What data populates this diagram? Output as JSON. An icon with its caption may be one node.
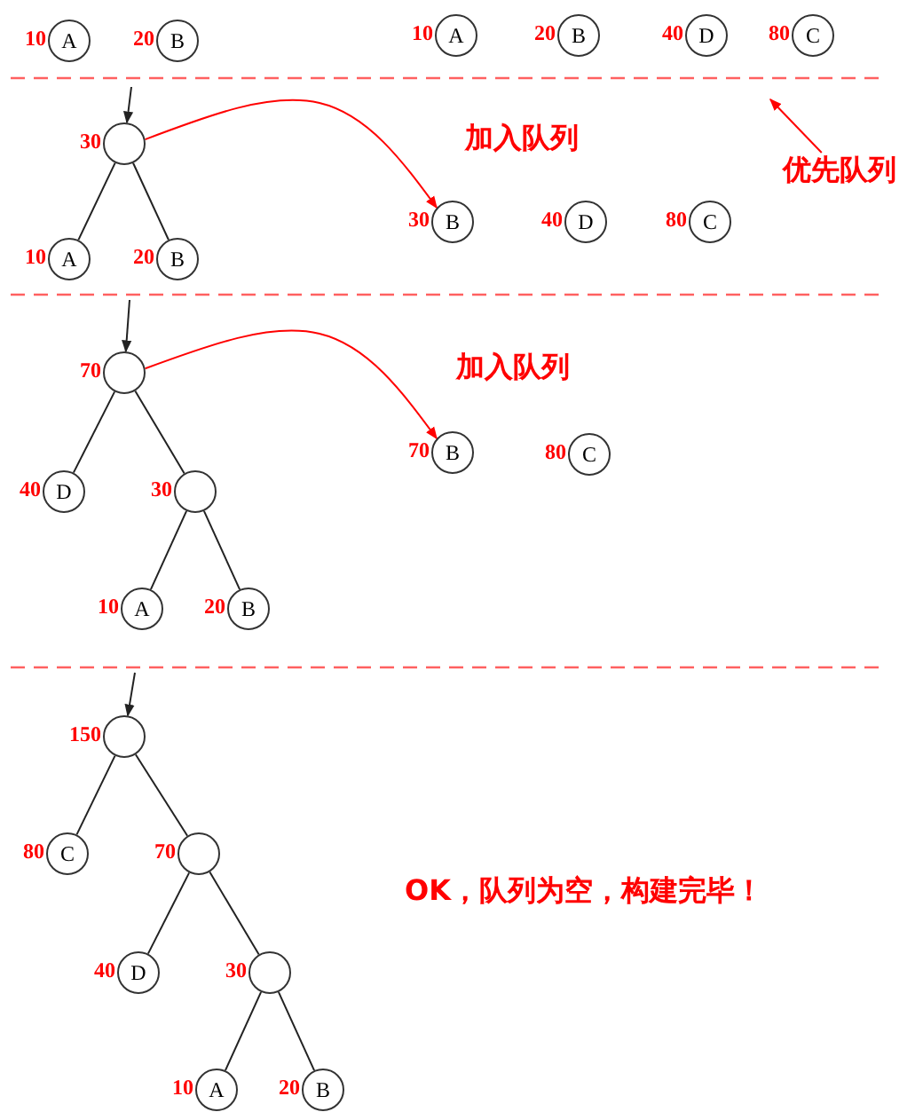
{
  "diagram": {
    "nodes": [
      {
        "text": [
          "A"
        ],
        "beside": [
          "10"
        ]
      },
      {
        "text": [
          "B"
        ],
        "beside": [
          "20"
        ]
      },
      {
        "text": [
          "A"
        ],
        "beside": [
          "10"
        ]
      },
      {
        "text": [
          "B"
        ],
        "beside": [
          "20"
        ]
      },
      {
        "text": [
          "D"
        ],
        "beside": [
          "40"
        ]
      },
      {
        "text": [
          "C"
        ],
        "beside": [
          "80"
        ]
      },
      {
        "text": [
          "优先队列"
        ]
      },
      {
        "text": [],
        "shape": "circle",
        "beside": [
          "30"
        ]
      },
      {
        "text": [
          "A"
        ],
        "beside": [
          "10"
        ]
      },
      {
        "text": [
          "B"
        ],
        "beside": [
          "20"
        ]
      },
      {
        "text": [
          "B"
        ],
        "beside": [
          "30"
        ]
      },
      {
        "text": [
          "D"
        ],
        "beside": [
          "40"
        ]
      },
      {
        "text": [
          "C"
        ],
        "beside": [
          "80"
        ]
      },
      {
        "text": [],
        "shape": "circle",
        "beside": [
          "70"
        ]
      },
      {
        "text": [
          "B"
        ],
        "beside": [
          "70"
        ]
      },
      {
        "text": [
          "C"
        ],
        "beside": [
          "80"
        ]
      },
      {
        "text": [
          "D"
        ],
        "beside": [
          "40"
        ]
      },
      {
        "text": [],
        "shape": "circle",
        "beside": [
          "30"
        ]
      },
      {
        "text": [
          "A"
        ],
        "beside": [
          "10"
        ]
      },
      {
        "text": [
          "B"
        ],
        "beside": [
          "20"
        ]
      },
      {
        "text": [],
        "shape": "circle",
        "beside": [
          "150"
        ]
      },
      {
        "text": [
          "C"
        ],
        "beside": [
          "80"
        ]
      },
      {
        "text": [],
        "shape": "circle",
        "beside": [
          "70"
        ]
      },
      {
        "text": [
          "D"
        ],
        "beside": [
          "40"
        ]
      },
      {
        "text": [],
        "shape": "circle",
        "beside": [
          "30"
        ]
      },
      {
        "text": [
          "A"
        ],
        "beside": [
          "10"
        ]
      },
      {
        "text": [
          "B"
        ],
        "beside": [
          "20"
        ]
      }
    ],
    "edges": [
      {
        "from": null,
        "to": 7,
        "arrow": "to"
      },
      {
        "from": 7,
        "to": 8,
        "arrow": "none"
      },
      {
        "from": 7,
        "to": 9,
        "arrow": "none"
      },
      {
        "from": 7,
        "to": 10,
        "arrow": "to",
        "color": "#ff0000"
      },
      {
        "from": 6,
        "to": null,
        "arrow": "to",
        "color": "#ff0000"
      },
      {
        "from": null,
        "to": 13,
        "arrow": "to"
      },
      {
        "from": 13,
        "to": 16,
        "arrow": "none"
      },
      {
        "from": 13,
        "to": 17,
        "arrow": "none"
      },
      {
        "from": 17,
        "to": 18,
        "arrow": "none"
      },
      {
        "from": 17,
        "to": 19,
        "arrow": "none"
      },
      {
        "from": 13,
        "to": 14,
        "arrow": "to",
        "color": "#ff0000"
      },
      {
        "from": null,
        "to": 20,
        "arrow": "to"
      },
      {
        "from": 20,
        "to": 21,
        "arrow": "none"
      },
      {
        "from": 20,
        "to": 22,
        "arrow": "none"
      },
      {
        "from": 22,
        "to": 23,
        "arrow": "none"
      },
      {
        "from": 22,
        "to": 24,
        "arrow": "none"
      },
      {
        "from": 24,
        "to": 25,
        "arrow": "none"
      },
      {
        "from": 24,
        "to": 26,
        "arrow": "none"
      }
    ],
    "labels": [
      "加入队列",
      "加入队列",
      "OK，队列为空，构建完毕！"
    ]
  }
}
